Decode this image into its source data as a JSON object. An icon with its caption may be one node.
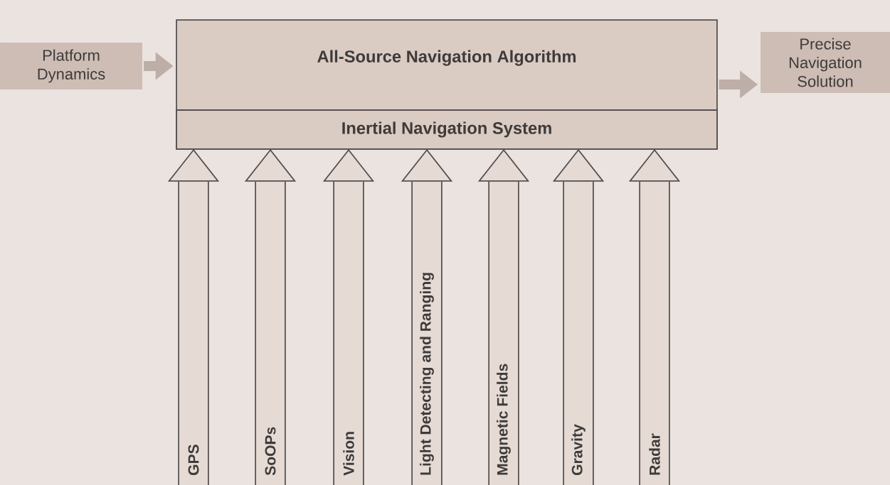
{
  "diagram": {
    "nodes": [
      {
        "text": [
          "Platform Dynamics"
        ]
      },
      {
        "text": [
          "All-Source Navigation Algorithm"
        ]
      },
      {
        "text": [
          "Inertial Navigation System"
        ],
        "in": 1
      },
      {
        "text": [
          "Precise Navigation Solution"
        ]
      }
    ],
    "edges": [
      {
        "from": 0,
        "to": 1,
        "arrow": "to",
        "color": "#bdaea7"
      },
      {
        "from": 1,
        "to": 3,
        "arrow": "to",
        "color": "#bdaea7"
      },
      {
        "from": null,
        "to": 2,
        "arrow": "to",
        "label": "GPS"
      },
      {
        "from": null,
        "to": 2,
        "arrow": "to",
        "label": "SoOPs"
      },
      {
        "from": null,
        "to": 2,
        "arrow": "to",
        "label": "Vision"
      },
      {
        "from": null,
        "to": 2,
        "arrow": "to",
        "label": "Light Detecting and Ranging"
      },
      {
        "from": null,
        "to": 2,
        "arrow": "to",
        "label": "Magnetic Fields"
      },
      {
        "from": null,
        "to": 2,
        "arrow": "to",
        "label": "Gravity"
      },
      {
        "from": null,
        "to": 2,
        "arrow": "to",
        "label": "Radar"
      }
    ]
  }
}
